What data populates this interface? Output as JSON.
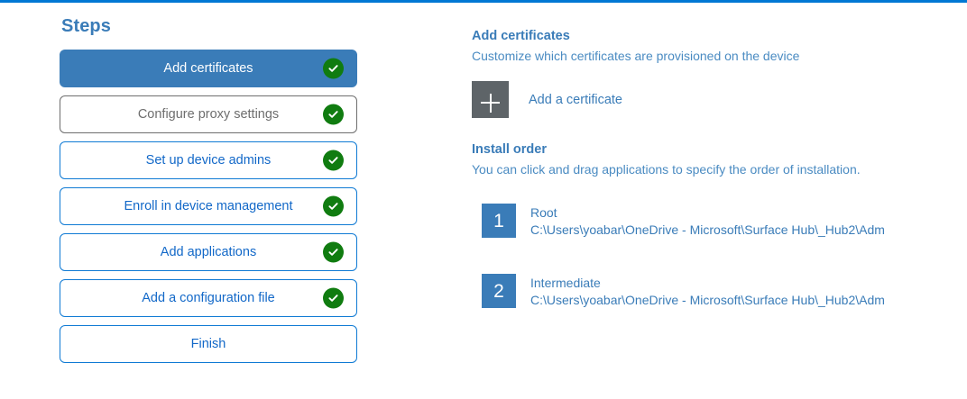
{
  "accent": {
    "top_rule": "#0078d4",
    "primary_blue": "#3a7cb8",
    "link_blue": "#1268c8",
    "success_green": "#107c10",
    "muted_gray": "#6e6e6e",
    "plus_gray": "#5e6468"
  },
  "steps": {
    "title": "Steps",
    "items": [
      {
        "label": "Add certificates",
        "state": "selected",
        "completed": true,
        "check_icon": "check-circle-icon"
      },
      {
        "label": "Configure proxy settings",
        "state": "muted",
        "completed": true,
        "check_icon": "check-circle-icon"
      },
      {
        "label": "Set up device admins",
        "state": "default",
        "completed": true,
        "check_icon": "check-circle-icon"
      },
      {
        "label": "Enroll in device management",
        "state": "default",
        "completed": true,
        "check_icon": "check-circle-icon"
      },
      {
        "label": "Add applications",
        "state": "default",
        "completed": true,
        "check_icon": "check-circle-icon"
      },
      {
        "label": "Add a configuration file",
        "state": "default",
        "completed": true,
        "check_icon": "check-circle-icon"
      },
      {
        "label": "Finish",
        "state": "default",
        "completed": false,
        "check_icon": ""
      }
    ]
  },
  "detail": {
    "heading": "Add certificates",
    "subheading": "Customize which certificates are provisioned on the device",
    "add_certificate": {
      "icon": "plus-icon",
      "label": "Add a certificate"
    },
    "install_order": {
      "heading": "Install order",
      "subheading": "You can click and drag applications to specify the order of installation.",
      "items": [
        {
          "number": "1",
          "name": "Root",
          "path": "C:\\Users\\yoabar\\OneDrive - Microsoft\\Surface Hub\\_Hub2\\Adm"
        },
        {
          "number": "2",
          "name": "Intermediate",
          "path": "C:\\Users\\yoabar\\OneDrive - Microsoft\\Surface Hub\\_Hub2\\Adm"
        }
      ]
    }
  }
}
